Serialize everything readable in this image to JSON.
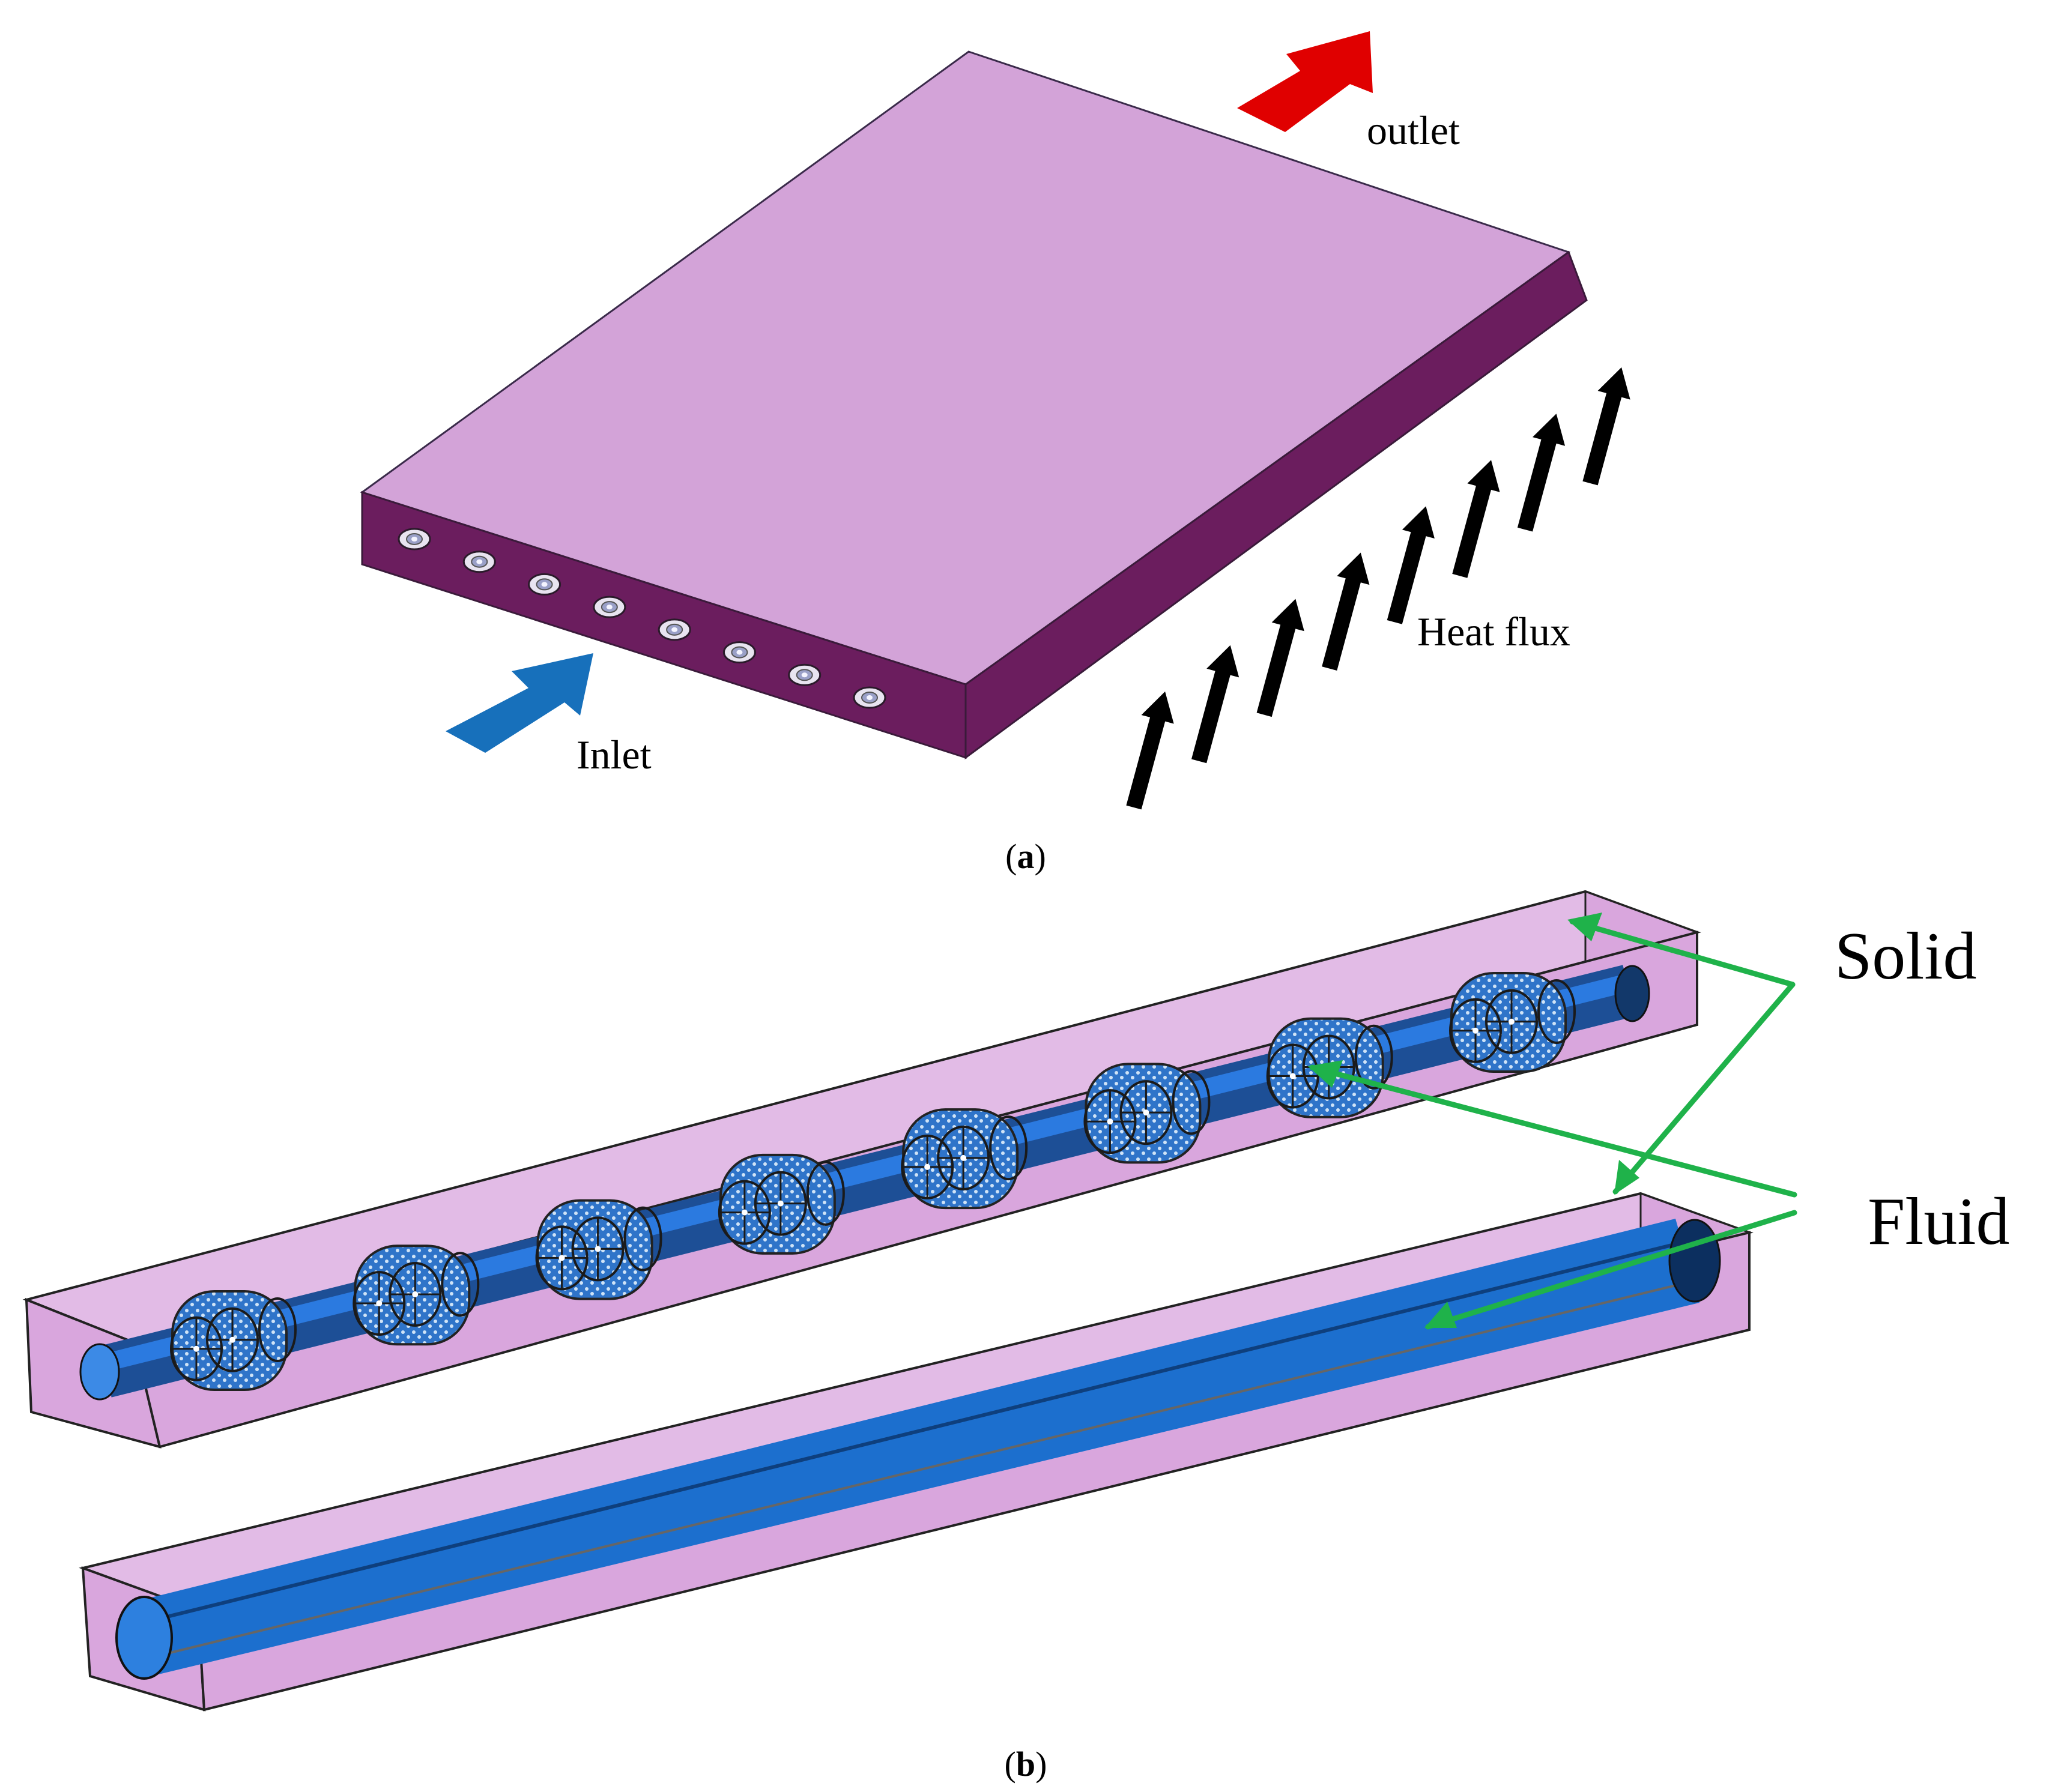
{
  "panel_a": {
    "caption_letter": "a",
    "labels": {
      "outlet": "outlet",
      "inlet": "Inlet",
      "heat_flux": "Heat flux"
    },
    "channel_count": 8,
    "heat_flux_arrow_count": 8,
    "colors": {
      "plate_top": "#d3a3d8",
      "plate_side": "#6b1d5e",
      "outlet_arrow": "#e00000",
      "inlet_arrow": "#1770bb",
      "heat_flux_arrow": "#000000"
    }
  },
  "panel_b": {
    "caption_letter": "b",
    "labels": {
      "solid": "Solid",
      "fluid": "Fluid"
    },
    "insert_count": 8,
    "colors": {
      "box": "#d9a6dd",
      "tube": "#1c6fce",
      "pointer": "#1fb24a"
    }
  }
}
